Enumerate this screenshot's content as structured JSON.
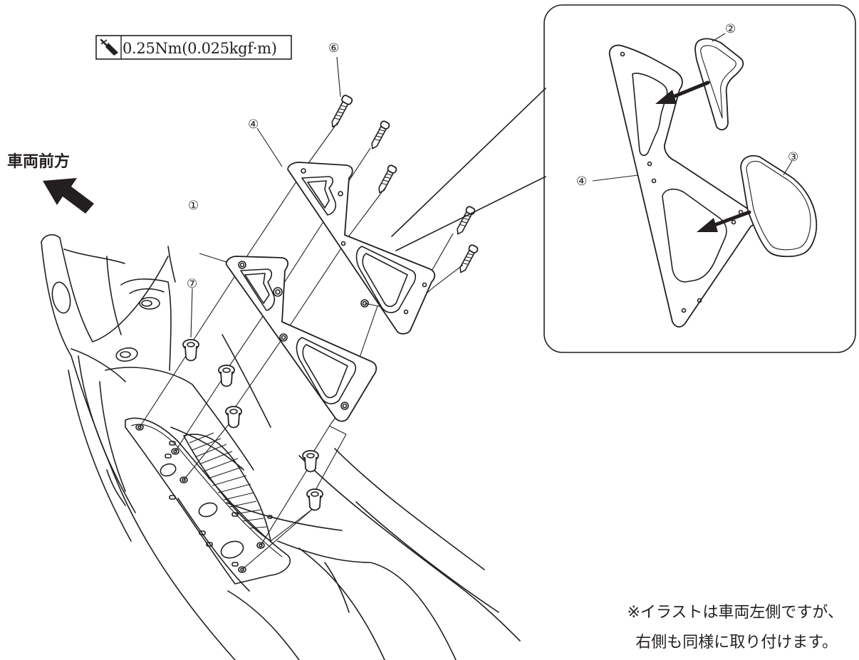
{
  "torque_spec": "0.25Nm(0.025kgf·m)",
  "direction_label": "車両前方",
  "note_line1": "※イラストは車両左側ですが、",
  "note_line2": "右側も同様に取り付けます。",
  "callouts": {
    "c1": "①",
    "c2": "②",
    "c3": "③",
    "c4_main": "④",
    "c4_inset": "④",
    "c6": "⑥",
    "c7": "⑦"
  },
  "colors": {
    "ink": "#231f20",
    "background": "#ffffff"
  }
}
